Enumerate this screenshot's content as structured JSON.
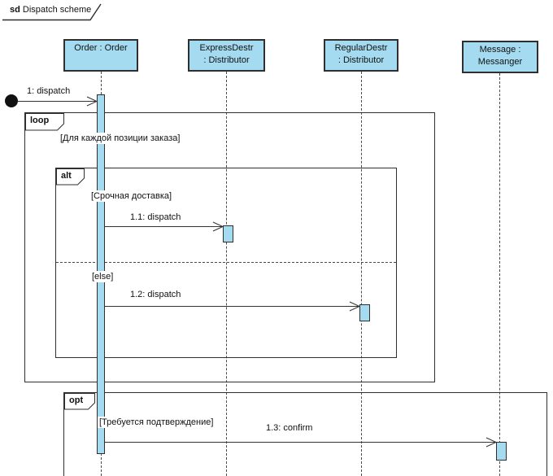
{
  "frame_title": {
    "keyword": "sd",
    "name": "Dispatch scheme"
  },
  "lifelines": [
    {
      "id": "order",
      "lines": [
        "Order : Order"
      ]
    },
    {
      "id": "express",
      "lines": [
        "ExpressDestr",
        ": Distributor"
      ]
    },
    {
      "id": "regular",
      "lines": [
        "RegularDestr",
        ": Distributor"
      ]
    },
    {
      "id": "message",
      "lines": [
        "Message :",
        "Messanger"
      ]
    }
  ],
  "fragments": {
    "loop": {
      "operator": "loop",
      "guard": "[Для каждой позиции заказа]"
    },
    "alt": {
      "operator": "alt",
      "guard_if": "[Срочная доставка]",
      "guard_else": "[else]"
    },
    "opt": {
      "operator": "opt",
      "guard": "[Требуется подтверждение]"
    }
  },
  "messages": [
    {
      "label": "1: dispatch"
    },
    {
      "label": "1.1: dispatch"
    },
    {
      "label": "1.2: dispatch"
    },
    {
      "label": "1.3: confirm"
    }
  ],
  "colors": {
    "activation_fill": "#a5dbf0",
    "element_border": "#2f2f2f",
    "message_line": "#333333"
  }
}
